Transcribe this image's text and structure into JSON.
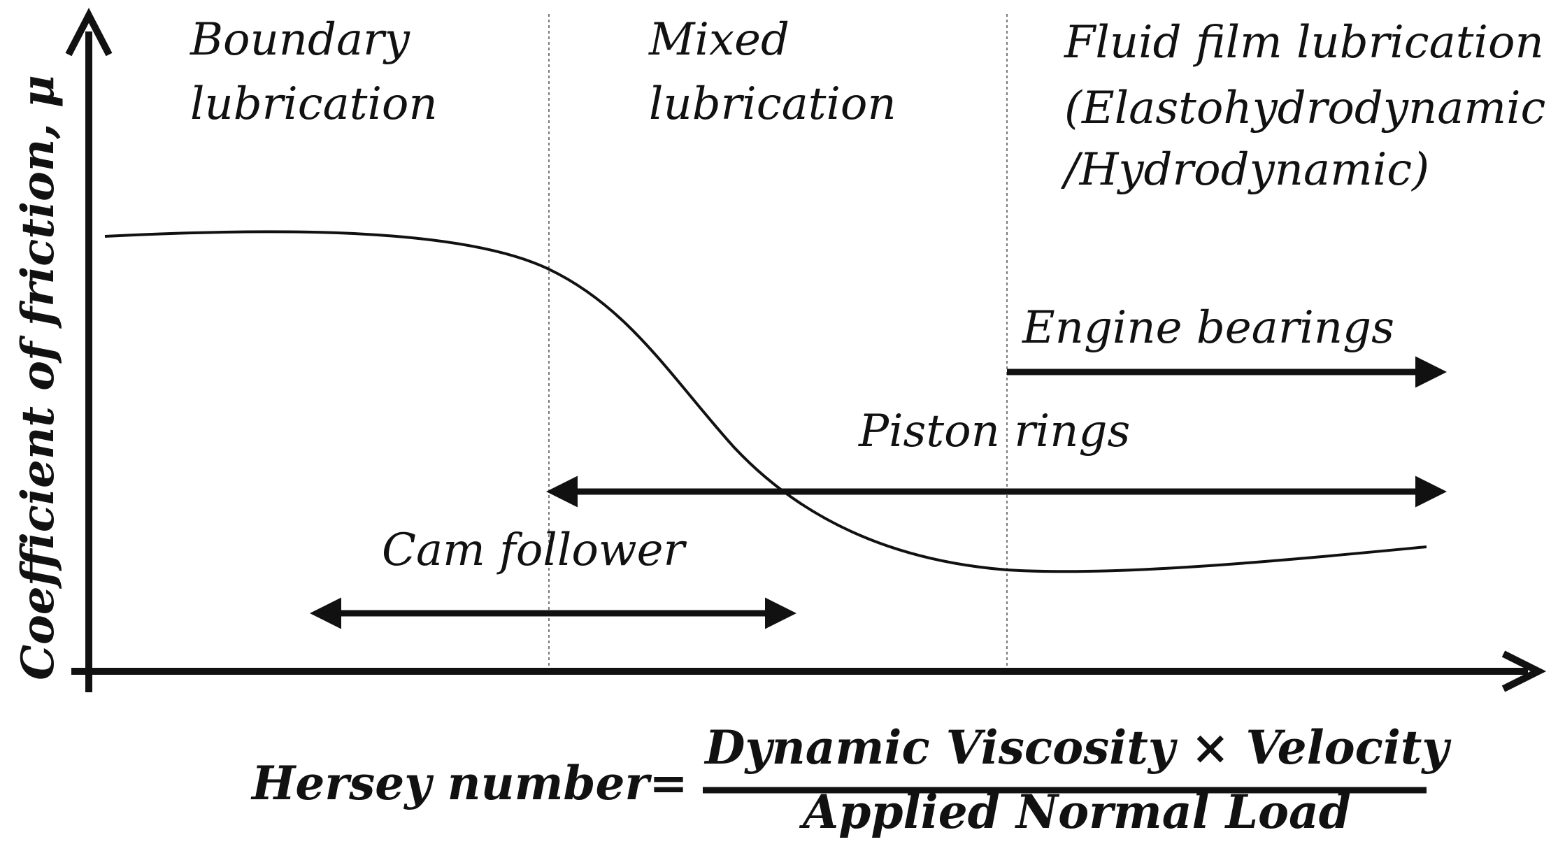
{
  "colors": {
    "ink": "#111111",
    "divider": "#7a7a7a",
    "background": "#ffffff"
  },
  "y_axis": {
    "title": "Coefficient of friction, μ"
  },
  "regions": {
    "boundary": [
      "Boundary",
      "lubrication"
    ],
    "mixed": [
      "Mixed",
      "lubrication"
    ],
    "fluid": [
      "Fluid film lubrication",
      "(Elastohydrodynamic",
      "/Hydrodynamic)"
    ]
  },
  "ranges": {
    "engine_bearings": "Engine bearings",
    "piston_rings": "Piston rings",
    "cam_follower": "Cam follower"
  },
  "formula": {
    "lhs": "Hersey number=",
    "numerator": "Dynamic Viscosity × Velocity",
    "denominator": "Applied Normal Load"
  },
  "curve": {
    "description_shape": "stribeck"
  }
}
